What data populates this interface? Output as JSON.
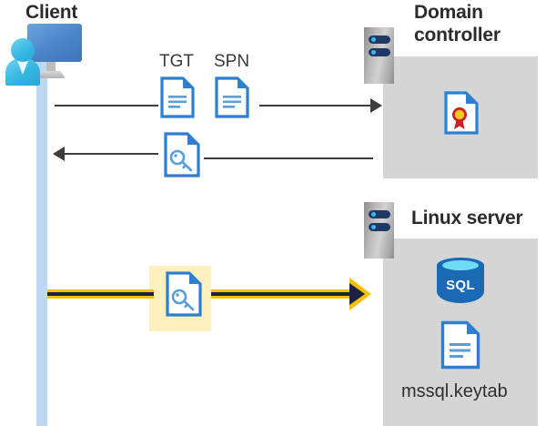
{
  "diagram": {
    "title_client": "Client",
    "title_domain_controller": "Domain controller",
    "title_linux_server": "Linux server",
    "label_tgt": "TGT",
    "label_spn": "SPN",
    "label_keytab_file": "mssql.keytab",
    "label_sql": "SQL",
    "colors": {
      "panel_gray": "#d6d6d6",
      "lifeline_blue": "#bcd9f2",
      "highlight_yellow": "#fdf0bf",
      "arrow_yellow": "#f5c000",
      "arrow_dark": "#1b2340",
      "doc_blue": "#2f7fd0",
      "sql_blue": "#1a69b5",
      "text_dark": "#2b2b2b"
    },
    "icons": {
      "client": "user-computer-icon",
      "server_dc": "server-rack-icon",
      "server_linux": "server-rack-icon",
      "tgt": "document-icon",
      "spn": "document-icon",
      "session_key": "document-key-icon",
      "service_ticket": "document-key-icon",
      "certificate": "document-certificate-icon",
      "database": "sql-database-icon",
      "keytab": "document-icon"
    }
  }
}
